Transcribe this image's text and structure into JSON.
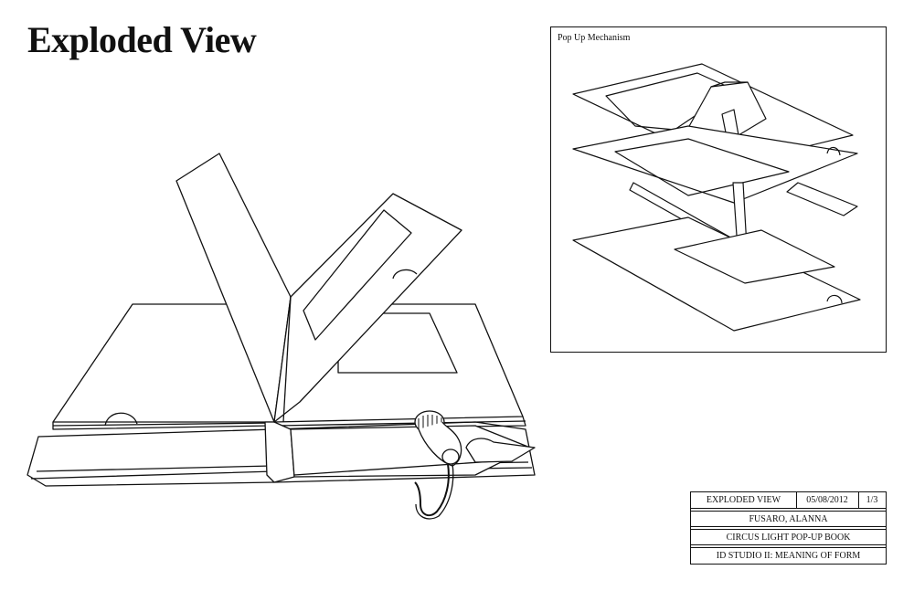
{
  "page": {
    "title": "Exploded View"
  },
  "inset": {
    "label": "Pop Up Mechanism"
  },
  "title_block": {
    "view": "EXPLODED VIEW",
    "date": "05/08/2012",
    "sheet": "1/3",
    "author": "FUSARO, ALANNA",
    "project": "CIRCUS LIGHT POP-UP BOOK",
    "course": "ID STUDIO II: MEANING OF FORM"
  },
  "colors": {
    "ink": "#111111",
    "paper": "#ffffff"
  }
}
